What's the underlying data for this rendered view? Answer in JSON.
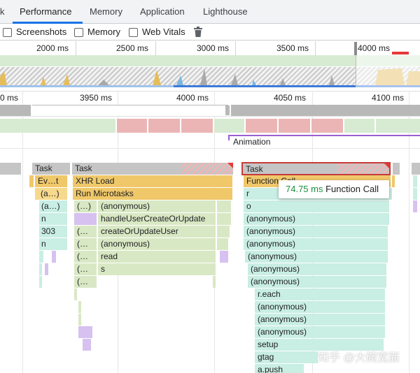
{
  "tabs": [
    {
      "label": "k",
      "active": false
    },
    {
      "label": "Performance",
      "active": true
    },
    {
      "label": "Memory",
      "active": false
    },
    {
      "label": "Application",
      "active": false
    },
    {
      "label": "Lighthouse",
      "active": false
    }
  ],
  "toolbar": {
    "screenshots_label": "Screenshots",
    "memory_label": "Memory",
    "web_vitals_label": "Web Vitals",
    "trash_icon": "trash-icon"
  },
  "overview": {
    "ticks": [
      "2000 ms",
      "2500 ms",
      "3000 ms",
      "3500 ms",
      "4000 ms"
    ]
  },
  "detail": {
    "ticks": [
      "0 ms",
      "3950 ms",
      "4000 ms",
      "4050 ms",
      "4100 ms"
    ]
  },
  "tracks": {
    "animation_label": "Animation"
  },
  "flame": {
    "task1": "Task",
    "task2": "Task",
    "task3": "Task",
    "c1": [
      "Ev…t",
      "(a…)",
      "(a…)",
      "n",
      "303",
      "n"
    ],
    "c2": [
      "XHR Load",
      "Run Microtasks"
    ],
    "c3a": [
      "(…)",
      "(…",
      "(…",
      "(…",
      "(…",
      "(…"
    ],
    "c3b": [
      "(anonymous)",
      "handleUserCreateOrUpdate",
      "createOrUpdateUser",
      "(anonymous)",
      "read",
      "s"
    ],
    "c4": [
      "Function Call",
      "r",
      "o",
      "(anonymous)",
      "(anonymous)",
      "(anonymous)",
      "(anonymous)",
      "(anonymous)",
      "(anonymous)",
      "r.each",
      "(anonymous)",
      "(anonymous)",
      "(anonymous)",
      "setup",
      "gtag",
      "a.push"
    ]
  },
  "tooltip": {
    "duration": "74.75 ms",
    "name": "Function Call"
  },
  "watermark": "知乎 @大碗宽面"
}
